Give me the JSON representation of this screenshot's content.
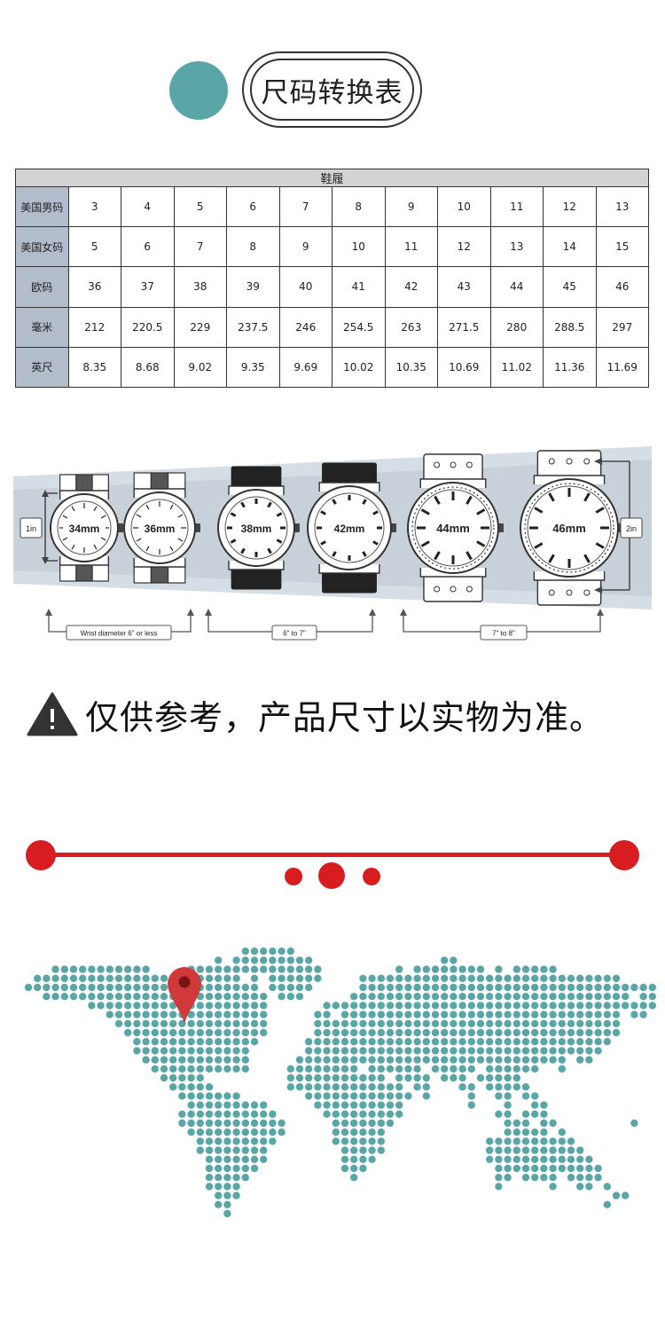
{
  "title": "尺码转换表",
  "colors": {
    "teal": "#5aa6a6",
    "red": "#d71d1f",
    "label_bg": "#b3bccb",
    "header_bg": "#d3d3d3"
  },
  "table": {
    "header": "鞋履",
    "rows": [
      {
        "label": "美国男码",
        "values": [
          "3",
          "4",
          "5",
          "6",
          "7",
          "8",
          "9",
          "10",
          "11",
          "12",
          "13"
        ]
      },
      {
        "label": "美国女码",
        "values": [
          "5",
          "6",
          "7",
          "8",
          "9",
          "10",
          "11",
          "12",
          "13",
          "14",
          "15"
        ]
      },
      {
        "label": "欧码",
        "values": [
          "36",
          "37",
          "38",
          "39",
          "40",
          "41",
          "42",
          "43",
          "44",
          "45",
          "46"
        ]
      },
      {
        "label": "毫米",
        "values": [
          "212",
          "220.5",
          "229",
          "237.5",
          "246",
          "254.5",
          "263",
          "271.5",
          "280",
          "288.5",
          "297"
        ]
      },
      {
        "label": "英尺",
        "values": [
          "8.35",
          "8.68",
          "9.02",
          "9.35",
          "9.69",
          "10.02",
          "10.35",
          "10.69",
          "11.02",
          "11.36",
          "11.69"
        ]
      }
    ]
  },
  "watches": {
    "sizes": [
      "34mm",
      "36mm",
      "38mm",
      "42mm",
      "44mm",
      "46mm"
    ],
    "measure_left": "1in",
    "measure_right": "2in",
    "wrist_labels": [
      "Wrist diameter 6\" or less",
      "6\" to 7\"",
      "7\" to 8\""
    ]
  },
  "warning": {
    "icon": "warning-triangle-icon",
    "text": "仅供参考，产品尺寸以实物为准。"
  },
  "map": {
    "icon": "map-pin-icon"
  }
}
